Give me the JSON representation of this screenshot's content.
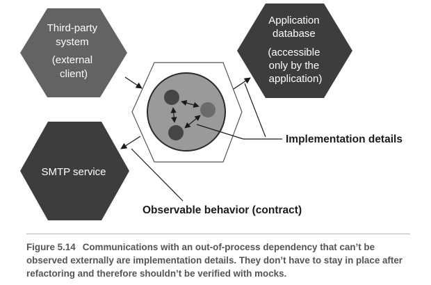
{
  "nodes": {
    "third_party": {
      "lines": [
        "Third-party",
        "system",
        "(external",
        "client)"
      ]
    },
    "app_db": {
      "lines": [
        "Application",
        "database",
        "(accessible",
        "only by the",
        "application)"
      ]
    },
    "smtp": {
      "lines": [
        "SMTP service"
      ]
    }
  },
  "callouts": {
    "implementation": "Implementation details",
    "observable": "Observable behavior (contract)"
  },
  "caption": {
    "number": "Figure 5.14",
    "text": "Communications with an out-of-process dependency that can’t be observed externally are implementation details. They don’t have to stay in place after refactoring and therefore shouldn’t be verified with mocks."
  },
  "colors": {
    "dark_hex": "#3d3d3d",
    "mid_hex": "#636363",
    "system_circle": "#9a9a9a",
    "internal_node": "#454545",
    "internal_node_light": "#6b6b6b"
  }
}
